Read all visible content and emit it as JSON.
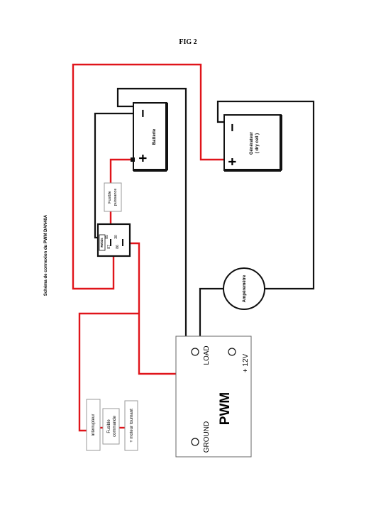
{
  "title": "FIG 2",
  "caption": "Schéma de connexion du PWM DAN40A",
  "battery": {
    "label": "Batterie",
    "minus": "−",
    "plus": "+"
  },
  "generator": {
    "label_line1": "Générateur",
    "label_line2": "( dry cell )",
    "minus": "−",
    "plus": "+"
  },
  "fuse_power": {
    "line1": "Fusible",
    "line2": "puissance"
  },
  "relay": {
    "label": "Relais",
    "pin_85": "85",
    "pin_30": "30",
    "pin_87": "87",
    "pin_86": "86"
  },
  "ammeter": {
    "label": "Ampèremètre"
  },
  "pwm": {
    "label": "PWM",
    "load": "LOAD",
    "ground": "GROUND",
    "plus12": "+ 12V"
  },
  "switch": {
    "label": "interrupteur"
  },
  "fuse_command": {
    "line1": "Fusible",
    "line2": "commande"
  },
  "motor": {
    "label": "+ moteur tournant"
  },
  "colors": {
    "positive_wire": "#e0141a",
    "negative_wire": "#111111"
  }
}
